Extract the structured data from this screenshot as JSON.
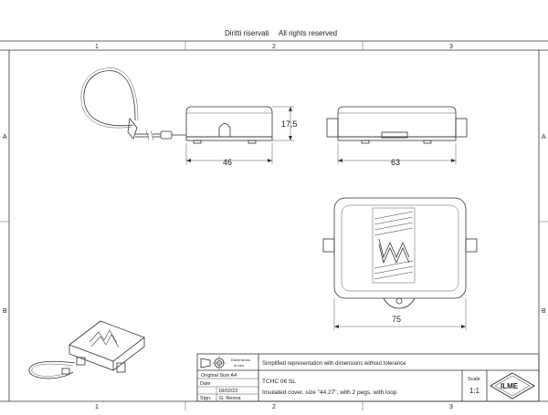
{
  "header": {
    "rights_it": "Diritti riservati",
    "rights_en": "All rights reserved"
  },
  "zones": {
    "columns": [
      "1",
      "2",
      "3"
    ],
    "rows": [
      "A",
      "B"
    ]
  },
  "dimensions": {
    "height": "17,5",
    "side_width": "46",
    "front_width": "63",
    "top_width": "75"
  },
  "title_block": {
    "symbol_label": "Dimensions in mm.",
    "symbol_label_1": "Dimensions",
    "symbol_label_2": "in mm.",
    "note": "Simplified representation with dimensions without tolerance",
    "original_size": "Original Size A4",
    "date_label": "Date",
    "date_value": "18/02/22",
    "sign_label": "Sign.",
    "sign_value": "G. Renna",
    "code": "TCHC 06 SL",
    "description": "Insulated cover, size \"44.27\", with 2 pegs, with loop",
    "scale_label": "Scale",
    "scale_value": "1:1",
    "logo_text": "ILME"
  }
}
